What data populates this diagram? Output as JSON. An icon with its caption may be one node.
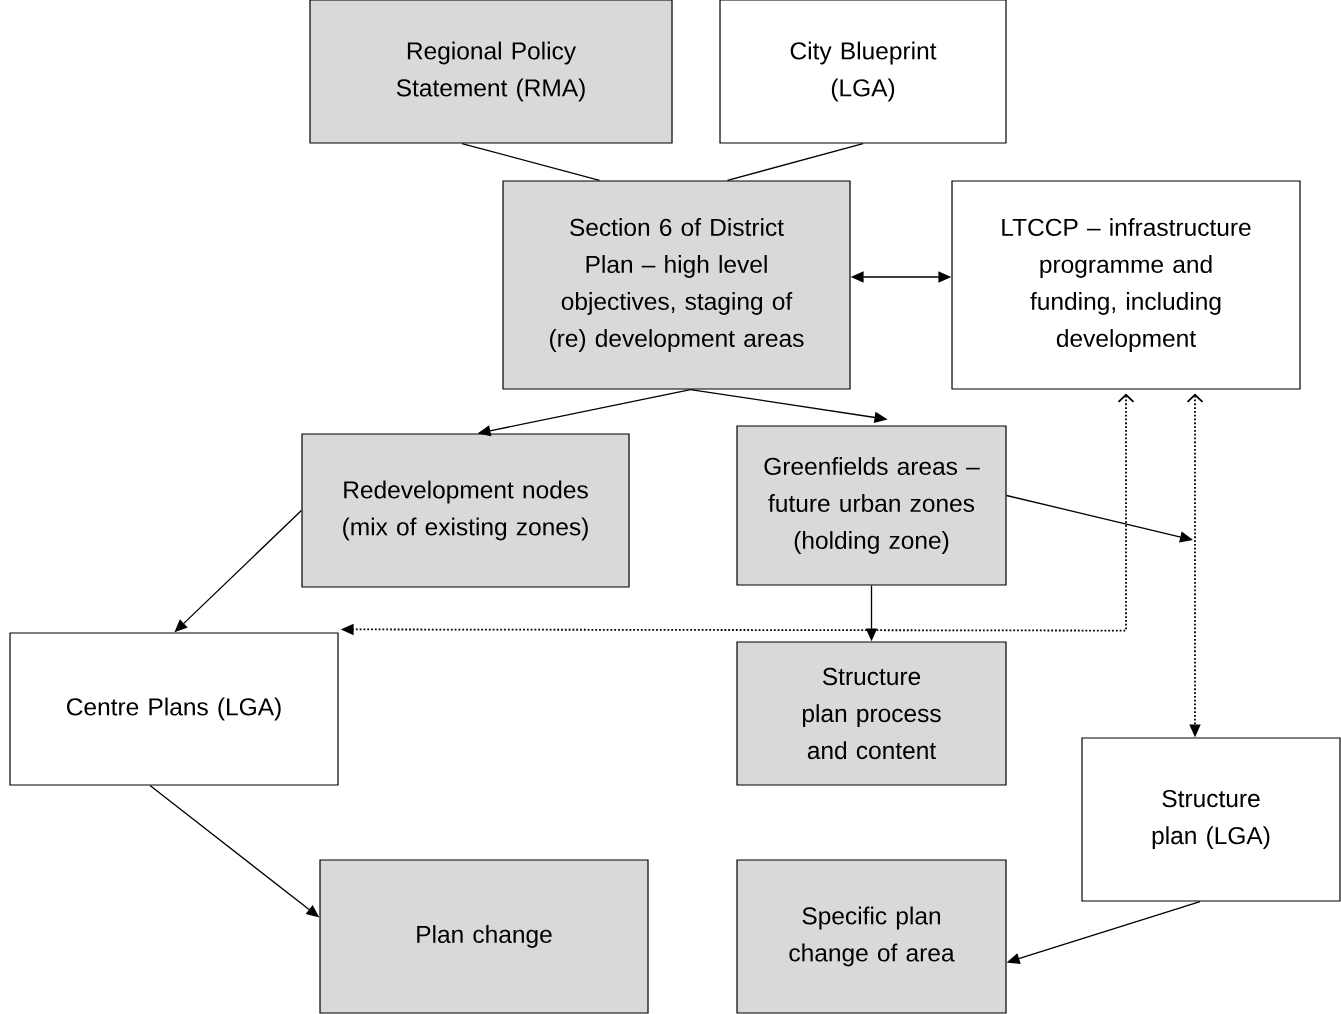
{
  "diagram": {
    "nodes": [
      {
        "text": [
          "Regional Policy Statement (RMA)"
        ]
      },
      {
        "text": [
          "City Blueprint (LGA)"
        ]
      },
      {
        "text": [
          "Section 6 of District Plan – high level objectives, staging of (re) development areas"
        ]
      },
      {
        "text": [
          "LTCCP – infrastructure programme and funding, including development"
        ]
      },
      {
        "text": [
          "Redevelopment nodes (mix of existing zones)"
        ]
      },
      {
        "text": [
          "Greenfields areas – future urban zones (holding zone)"
        ]
      },
      {
        "text": [
          "Centre Plans (LGA)"
        ]
      },
      {
        "text": [
          "Structure plan process and content"
        ]
      },
      {
        "text": [
          "Structure plan (LGA)"
        ]
      },
      {
        "text": [
          "Plan change"
        ]
      },
      {
        "text": [
          "Specific plan change of area"
        ]
      }
    ],
    "edges": [
      {
        "from": 0,
        "to": 2,
        "arrow": "none"
      },
      {
        "from": 1,
        "to": 2,
        "arrow": "none"
      },
      {
        "from": 2,
        "to": 3,
        "arrow": "both"
      },
      {
        "from": 2,
        "to": 4,
        "arrow": "to"
      },
      {
        "from": 2,
        "to": 5,
        "arrow": "to"
      },
      {
        "from": 4,
        "to": 6,
        "arrow": "to"
      },
      {
        "from": 5,
        "to": null,
        "arrow": "to"
      },
      {
        "from": 5,
        "to": 7,
        "arrow": "to"
      },
      {
        "from": 3,
        "to": 6,
        "arrow": "both",
        "style": "dashed"
      },
      {
        "from": 3,
        "to": 8,
        "arrow": "both",
        "style": "dashed"
      },
      {
        "from": 6,
        "to": 9,
        "arrow": "to"
      },
      {
        "from": 8,
        "to": 10,
        "arrow": "to"
      }
    ]
  }
}
